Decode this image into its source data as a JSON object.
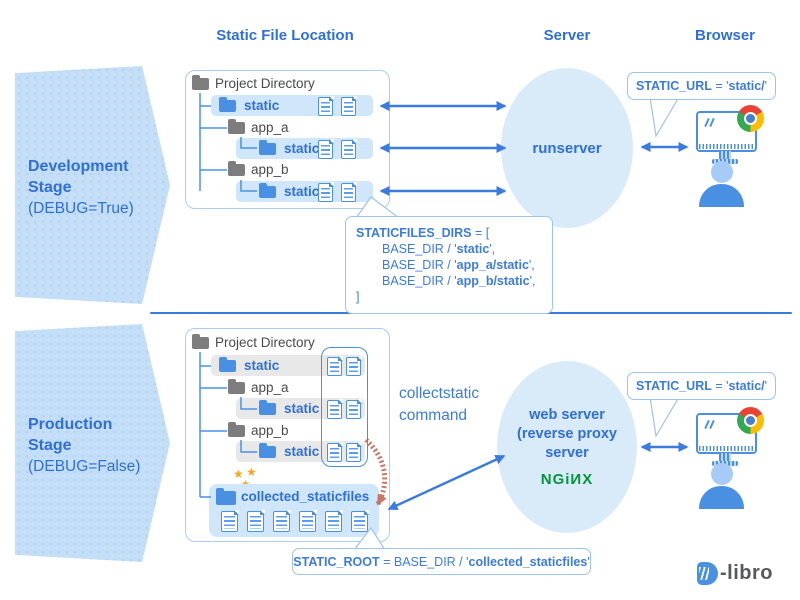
{
  "colors": {
    "accent_blue": "#2f6fd6",
    "arrow_blue": "#3b7be0",
    "folder_blue": "#4a90e2",
    "folder_gray": "#7d7d7d",
    "hl_blue": "#cfe6fb",
    "hl_gray": "#e8e8e8",
    "panel_border": "#abcdf1",
    "ellipse_fill": "#d9eaf9",
    "stage_fill": "#c3def6",
    "nginx_green": "#009639",
    "star_orange": "#f5a623",
    "collect_red": "#c2604e",
    "logo_gray": "#58595b"
  },
  "headers": {
    "file_location": "Static File Location",
    "server": "Server",
    "browser": "Browser"
  },
  "stages": {
    "development": {
      "title_line1": "Development",
      "title_line2": "Stage",
      "subtitle": "(DEBUG=True)"
    },
    "production": {
      "title_line1": "Production",
      "title_line2": "Stage",
      "subtitle": "(DEBUG=False)"
    }
  },
  "tree": {
    "root_label": "Project Directory",
    "static_label": "static",
    "app_a_label": "app_a",
    "app_b_label": "app_b",
    "collected_label": "collected_staticfiles"
  },
  "servers": {
    "development": "runserver",
    "production_line1": "web server",
    "production_line2": "(reverse proxy",
    "production_line3": "server",
    "nginx_logo": "NGiИX"
  },
  "callouts": {
    "static_url": {
      "keyword": "STATIC_URL",
      "equals": " = ",
      "open_quote": "'",
      "value": "static/",
      "close_quote": "'"
    },
    "staticfiles_dirs": {
      "keyword": "STATICFILES_DIRS",
      "open": " = [",
      "entries": [
        {
          "prefix": "BASE_DIR / '",
          "value": "static",
          "suffix": "',"
        },
        {
          "prefix": "BASE_DIR / '",
          "value": "app_a/static",
          "suffix": "',"
        },
        {
          "prefix": "BASE_DIR / '",
          "value": "app_b/static",
          "suffix": "',"
        }
      ],
      "close": "]"
    },
    "static_root": {
      "keyword": "STATIC_ROOT",
      "mid": " = BASE_DIR / ",
      "open_quote": "'",
      "value": "collected_staticfiles",
      "close_quote": "'"
    }
  },
  "labels": {
    "collectstatic_line1": "collectstatic",
    "collectstatic_line2": "command"
  },
  "logo": {
    "text": "-libro"
  }
}
